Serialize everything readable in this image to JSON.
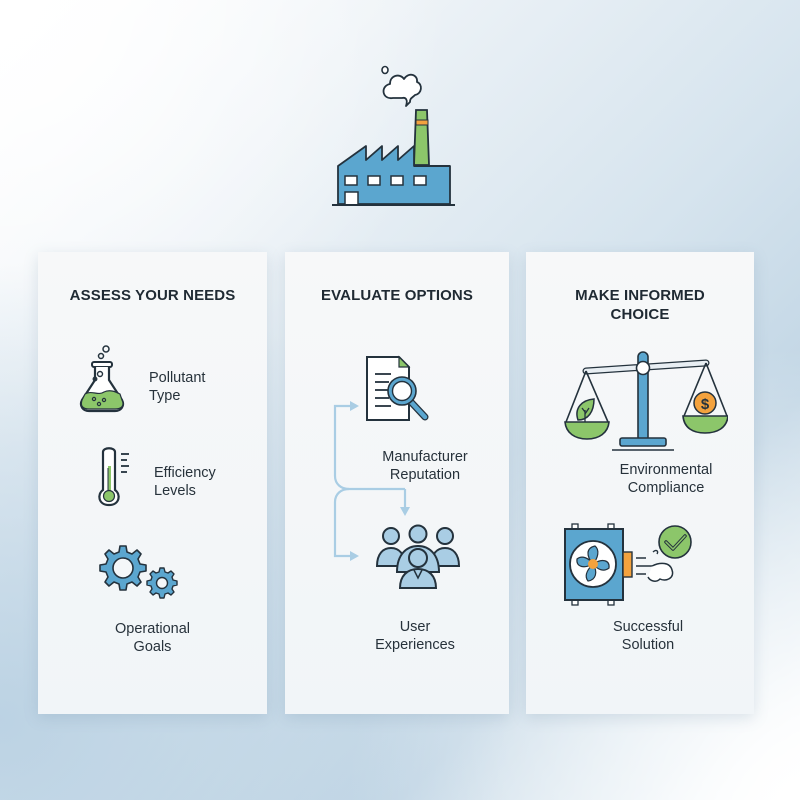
{
  "header": {
    "icon": "factory-icon"
  },
  "colors": {
    "primary_blue": "#5ba6cf",
    "green": "#8cc66a",
    "orange": "#f3a23e",
    "outline": "#24323d",
    "arrow": "#a9cde4"
  },
  "columns": [
    {
      "title": "ASSESS YOUR NEEDS",
      "items": [
        {
          "icon": "flask-icon",
          "line1": "Pollutant",
          "line2": "Type"
        },
        {
          "icon": "thermometer-icon",
          "line1": "Efficiency",
          "line2": "Levels"
        },
        {
          "icon": "gears-icon",
          "line1": "Operational",
          "line2": "Goals"
        }
      ]
    },
    {
      "title": "EVALUATE OPTIONS",
      "items": [
        {
          "icon": "document-search-icon",
          "line1": "Manufacturer",
          "line2": "Reputation"
        },
        {
          "icon": "users-group-icon",
          "line1": "User",
          "line2": "Experiences"
        }
      ]
    },
    {
      "title_line1": "MAKE INFORMED",
      "title_line2": "CHOICE",
      "items": [
        {
          "icon": "balance-scale-icon",
          "line1": "Environmental",
          "line2": "Compliance"
        },
        {
          "icon": "air-purifier-check-icon",
          "line1": "Successful",
          "line2": "Solution"
        }
      ]
    }
  ]
}
